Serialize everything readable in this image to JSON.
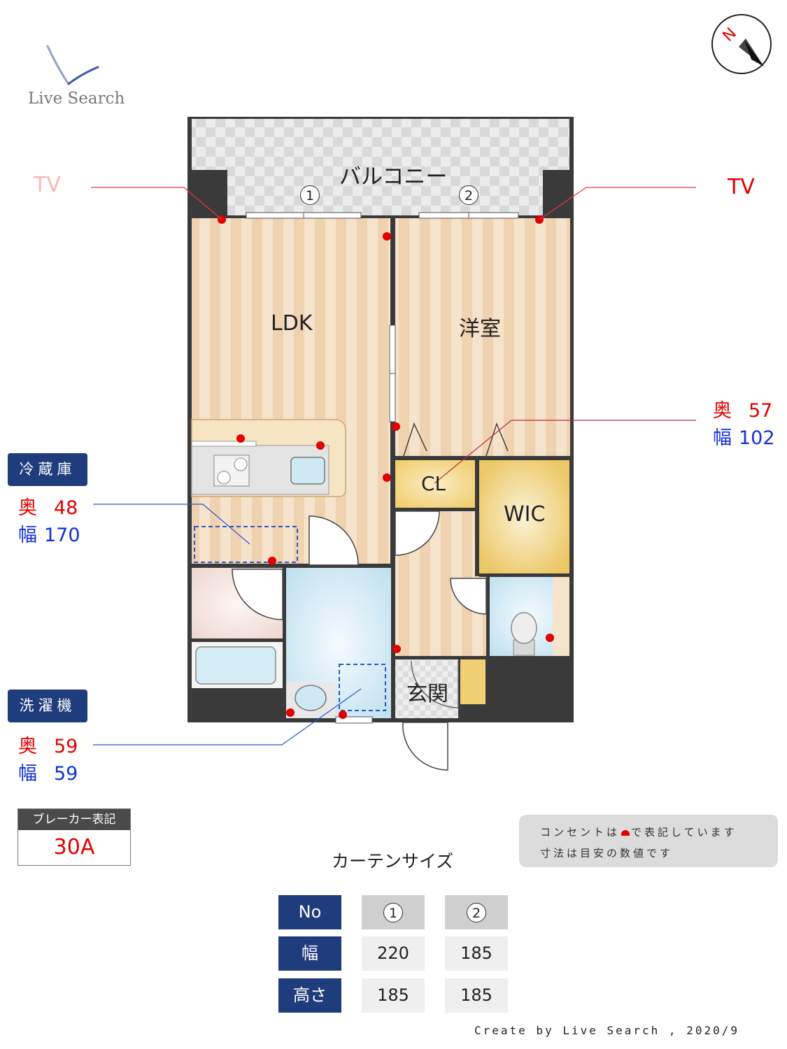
{
  "logo": {
    "text": "Live Search"
  },
  "balcony": {
    "label": "バルコニー",
    "window1": "1",
    "window2": "2"
  },
  "rooms": {
    "ldk": "LDK",
    "western": "洋室",
    "cl": "CL",
    "wic": "WIC",
    "entrance": "玄関"
  },
  "tv_left": "TV",
  "tv_right": "TV",
  "closet_dims": {
    "depth_label": "奥",
    "depth": "57",
    "width_label": "幅",
    "width": "102"
  },
  "fridge": {
    "title": "冷蔵庫",
    "depth_label": "奥",
    "depth": "48",
    "width_label": "幅",
    "width": "170"
  },
  "washer": {
    "title": "洗濯機",
    "depth_label": "奥",
    "depth": "59",
    "width_label": "幅",
    "width": "59"
  },
  "breaker": {
    "title": "ブレーカー表記",
    "value": "30A"
  },
  "note": {
    "line1_pre": "コンセントは",
    "line1_post": "で表記しています",
    "line2": "寸法は目安の数値です"
  },
  "curtain": {
    "title": "カーテンサイズ",
    "header_label": "No",
    "col1": "1",
    "col2": "2",
    "rows": [
      {
        "label": "幅",
        "v1": "220",
        "v2": "185"
      },
      {
        "label": "高さ",
        "v1": "185",
        "v2": "185"
      }
    ]
  },
  "credit": "Create by Live Search , 2020/9",
  "colors": {
    "outlet": "#e20000",
    "navy": "#1f3c7c",
    "wall": "#3a3a3a",
    "floor": "#f3dcc0"
  }
}
